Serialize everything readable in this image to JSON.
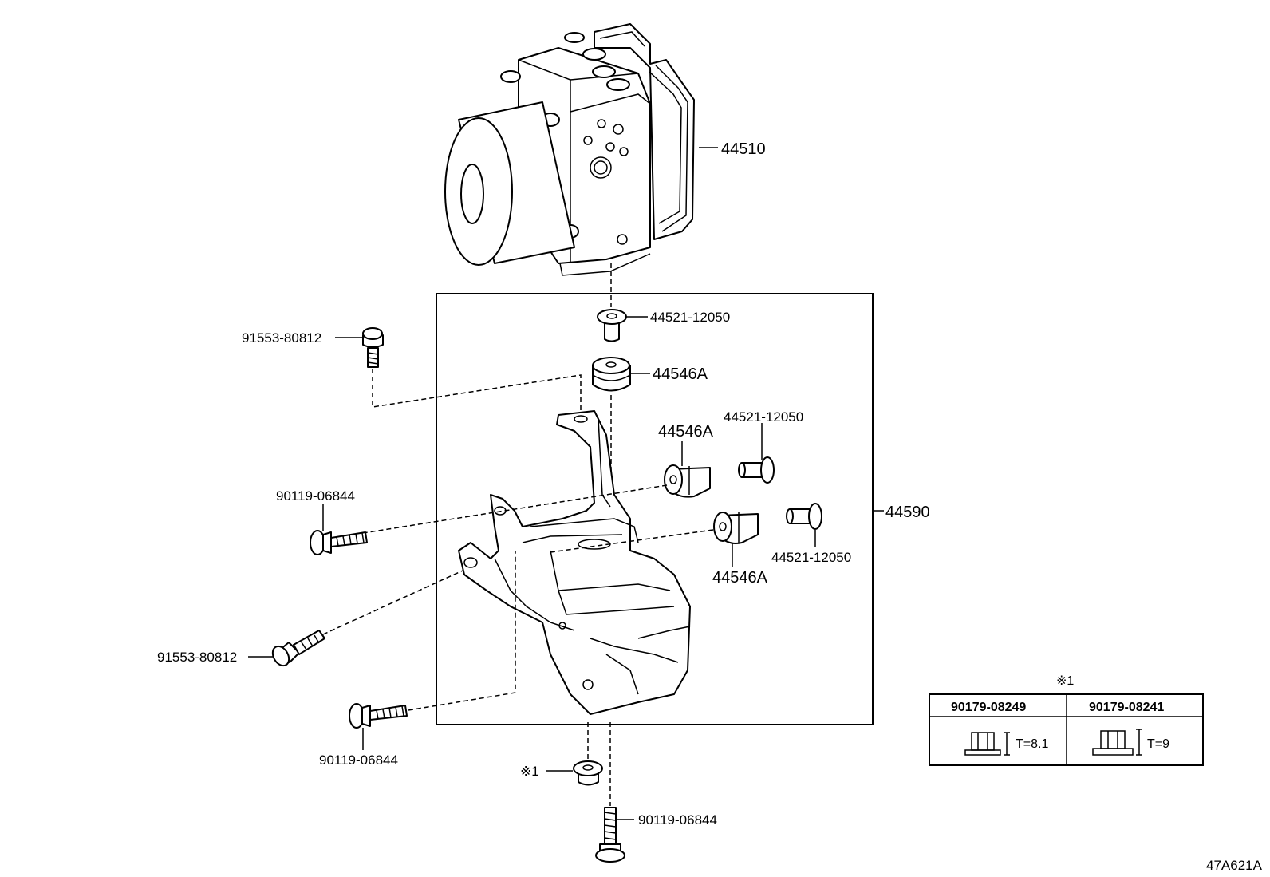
{
  "diagram_code": "47A621A",
  "parts": {
    "actuator": "44510",
    "bracket_assembly": "44590",
    "collar_top": "44521-12050",
    "cushion_top": "44546A",
    "cushion_middle": "44546A",
    "collar_middle": "44521-12050",
    "cushion_lower": "44546A",
    "collar_lower": "44521-12050",
    "bolt_top_left": "91553-80812",
    "bolt_mid_left": "90119-06844",
    "bolt_lower_left": "91553-80812",
    "bolt_bottom_left": "90119-06844",
    "nut_ref": "※1",
    "bolt_bottom": "90119-06844"
  },
  "table": {
    "title": "※1",
    "col1_part": "90179-08249",
    "col2_part": "90179-08241",
    "col1_spec": "T=8.1",
    "col2_spec": "T=9"
  }
}
